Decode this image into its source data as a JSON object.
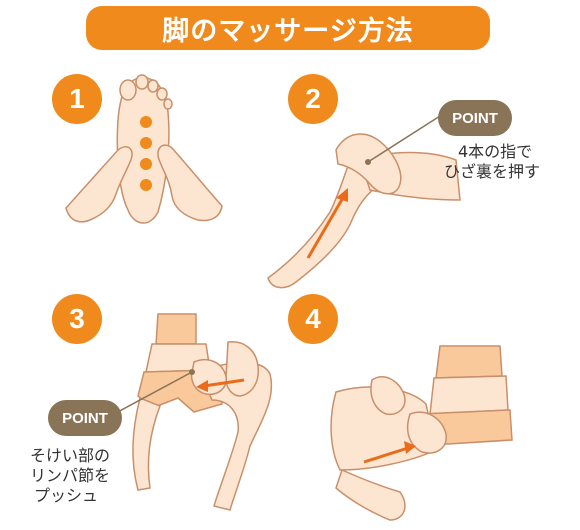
{
  "title": "脚のマッサージ方法",
  "steps": [
    {
      "number": "1"
    },
    {
      "number": "2",
      "point_label": "POINT",
      "note_lines": [
        "4本の指で",
        "ひざ裏を押す"
      ]
    },
    {
      "number": "3",
      "point_label": "POINT",
      "note_lines": [
        "そけい部の",
        "リンパ節を",
        "プッシュ"
      ]
    },
    {
      "number": "4"
    }
  ],
  "colors": {
    "accent": "#f08a1c",
    "point_badge": "#8a7458",
    "skin": "#fde6d1",
    "skin_outline": "#c98f6a",
    "clothing": "#f9c89b",
    "arrow": "#ea6b1a"
  },
  "icons": [
    "pressure-dot-icon",
    "direction-arrow-icon"
  ]
}
